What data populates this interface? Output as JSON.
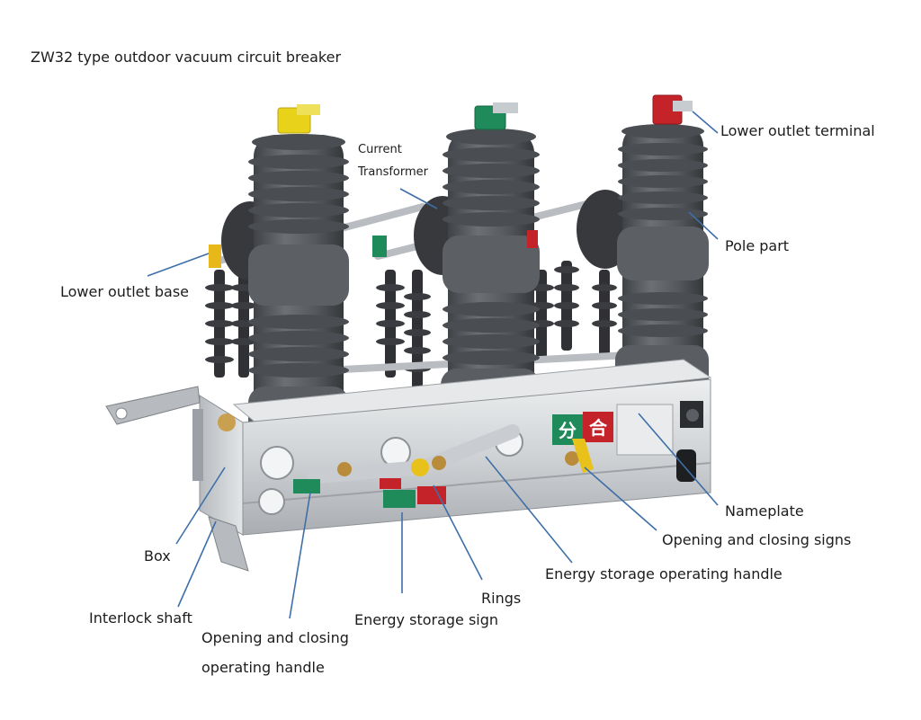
{
  "title": "ZW32 type outdoor vacuum circuit breaker",
  "colors": {
    "background": "#ffffff",
    "insulator": "#5b5e62",
    "insulator_dark": "#44474b",
    "box_steel": "#d4d6d8",
    "leader_line": "#3e6fa8",
    "terminal_yellow": "#e8d21a",
    "terminal_green": "#1f8a5a",
    "terminal_red": "#c4232a"
  },
  "icons": {
    "terminal_a": "yellow-terminal-icon",
    "terminal_b": "green-terminal-icon",
    "terminal_c": "red-terminal-icon"
  },
  "sign_text": {
    "open": "分",
    "close": "合"
  },
  "labels": {
    "current_transformer_1": "Current",
    "current_transformer_2": "Transformer",
    "lower_outlet_terminal": "Lower outlet terminal",
    "pole_part": "Pole part",
    "lower_outlet_base": "Lower outlet base",
    "nameplate": "Nameplate",
    "opening_closing_signs": "Opening and closing signs",
    "energy_storage_operating_handle": "Energy storage operating handle",
    "box": "Box",
    "rings": "Rings",
    "interlock_shaft": "Interlock shaft",
    "energy_storage_sign": "Energy storage sign",
    "opening_closing_handle_1": "Opening and closing",
    "opening_closing_handle_2": "operating handle"
  }
}
